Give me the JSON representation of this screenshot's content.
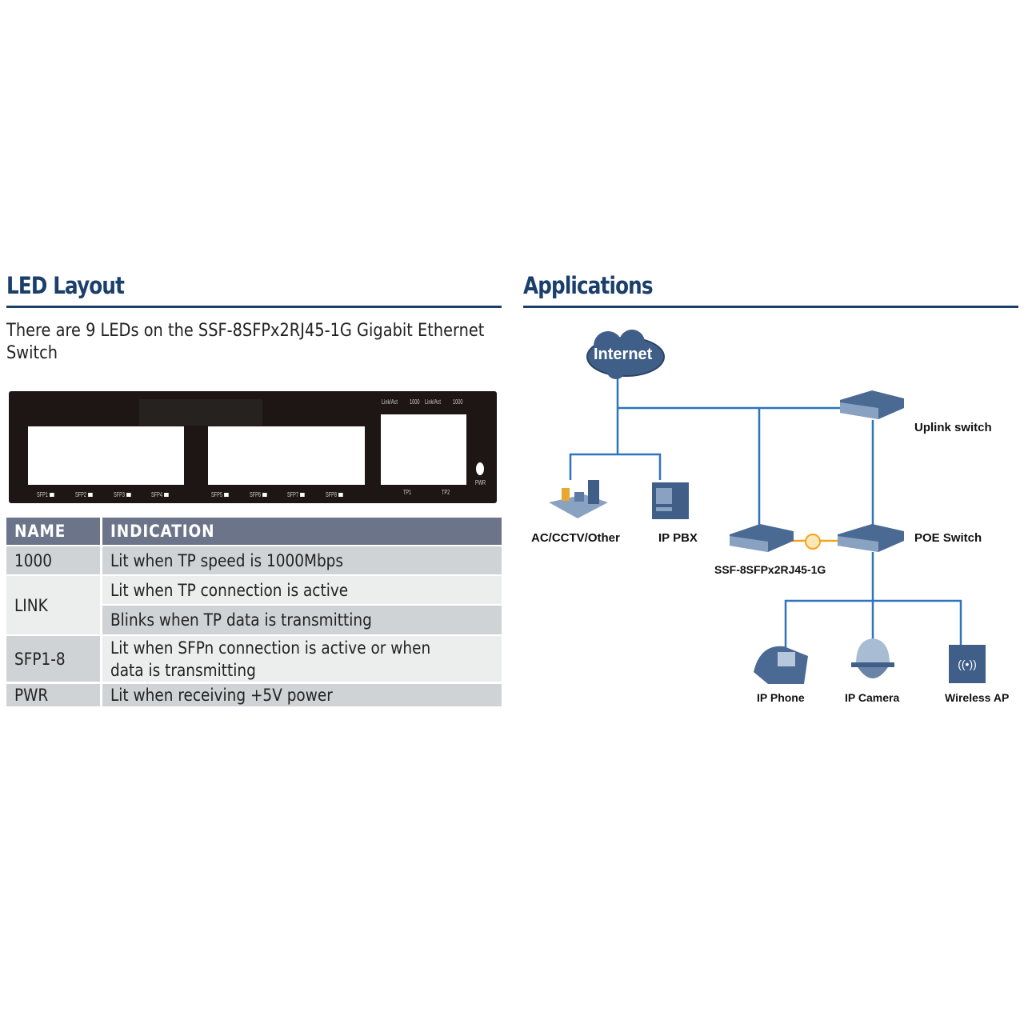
{
  "led_section": {
    "title": "LED Layout",
    "intro": "There are 9 LEDs on the SSF-8SFPx2RJ45-1G Gigabit Ethernet Switch",
    "panel": {
      "top_labels": [
        "Link/Act",
        "1000",
        "Link/Act",
        "1000"
      ],
      "sfp_labels": [
        "SFP1",
        "SFP2",
        "SFP3",
        "SFP4",
        "SFP5",
        "SFP6",
        "SFP7",
        "SFP8"
      ],
      "tp_labels": [
        "TP1",
        "TP2"
      ],
      "pwr_label": "PWR"
    },
    "table": {
      "headers": [
        "NAME",
        "INDICATION"
      ],
      "rows": [
        {
          "name": "1000",
          "indications": [
            "Lit when TP speed is 1000Mbps"
          ]
        },
        {
          "name": "LINK",
          "indications": [
            "Lit when TP connection is active",
            "Blinks when TP data is transmitting"
          ]
        },
        {
          "name": "SFP1-8",
          "indications": [
            "Lit when SFPn connection is active or when data is transmitting"
          ]
        },
        {
          "name": "PWR",
          "indications": [
            "Lit when receiving +5V power"
          ]
        }
      ]
    }
  },
  "applications": {
    "title": "Applications",
    "nodes": {
      "internet": "Internet",
      "uplink": "Uplink switch",
      "ac": "AC/CCTV/Other",
      "pbx": "IP PBX",
      "ssf": "SSF-8SFPx2RJ45-1G",
      "poe": "POE Switch",
      "phone": "IP Phone",
      "camera": "IP Camera",
      "ap": "Wireless AP"
    },
    "colors": {
      "link": "#2f74c0",
      "fiber": "#f2a51c",
      "device": "#3f5f88"
    }
  }
}
